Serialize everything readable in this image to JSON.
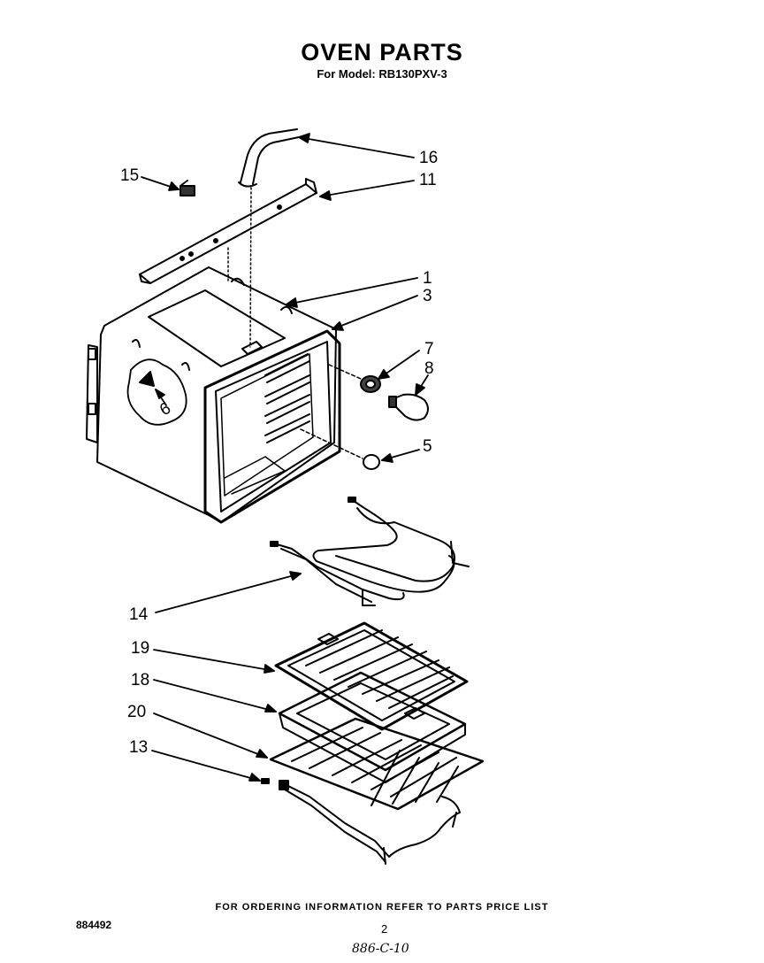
{
  "header": {
    "title": "OVEN PARTS",
    "subtitle": "For Model: RB130PXV-3"
  },
  "callouts": {
    "c16": "16",
    "c11": "11",
    "c15": "15",
    "c1": "1",
    "c3": "3",
    "c7": "7",
    "c8": "8",
    "c6": "6",
    "c5": "5",
    "c14": "14",
    "c19": "19",
    "c18": "18",
    "c20": "20",
    "c13": "13"
  },
  "footer": {
    "ordering_note": "FOR ORDERING INFORMATION REFER TO PARTS PRICE LIST",
    "doc_number": "884492",
    "page_number": "2",
    "handwritten_code": "886-C-10"
  }
}
